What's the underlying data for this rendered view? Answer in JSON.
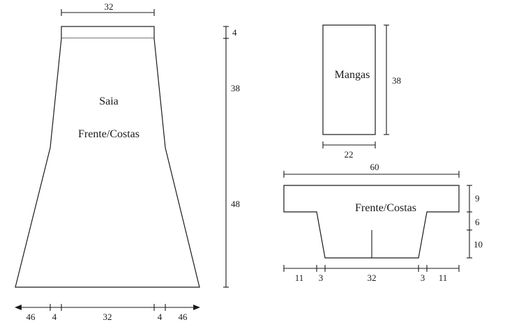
{
  "skirt": {
    "title": "Saia",
    "subtitle": "Frente/Costas",
    "dims": {
      "top_width": "32",
      "waistband_height": "4",
      "upper_height": "38",
      "lower_height": "48",
      "bottom_side_left": "46",
      "bottom_step_left": "4",
      "bottom_center": "32",
      "bottom_step_right": "4",
      "bottom_side_right": "46"
    }
  },
  "sleeve": {
    "title": "Mangas",
    "dims": {
      "height": "38",
      "width": "22"
    }
  },
  "bodice": {
    "title": "Frente/Costas",
    "dims": {
      "top_width": "60",
      "height_top": "9",
      "height_mid": "6",
      "height_bottom": "10",
      "bottom_side_left": "11",
      "bottom_step_left": "3",
      "bottom_center": "32",
      "bottom_step_right": "3",
      "bottom_side_right": "11"
    }
  }
}
